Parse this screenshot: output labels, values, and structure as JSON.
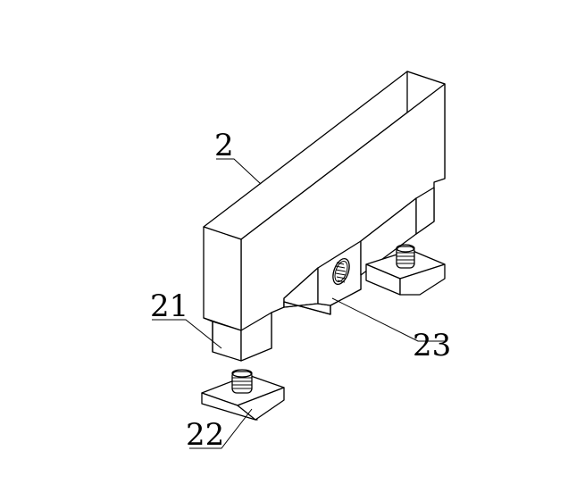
{
  "figure": {
    "labels": {
      "main_block": "2",
      "leg": "21",
      "t_nut": "22",
      "threaded_hole": "23"
    },
    "line_color": "#000000",
    "background": "#ffffff"
  }
}
